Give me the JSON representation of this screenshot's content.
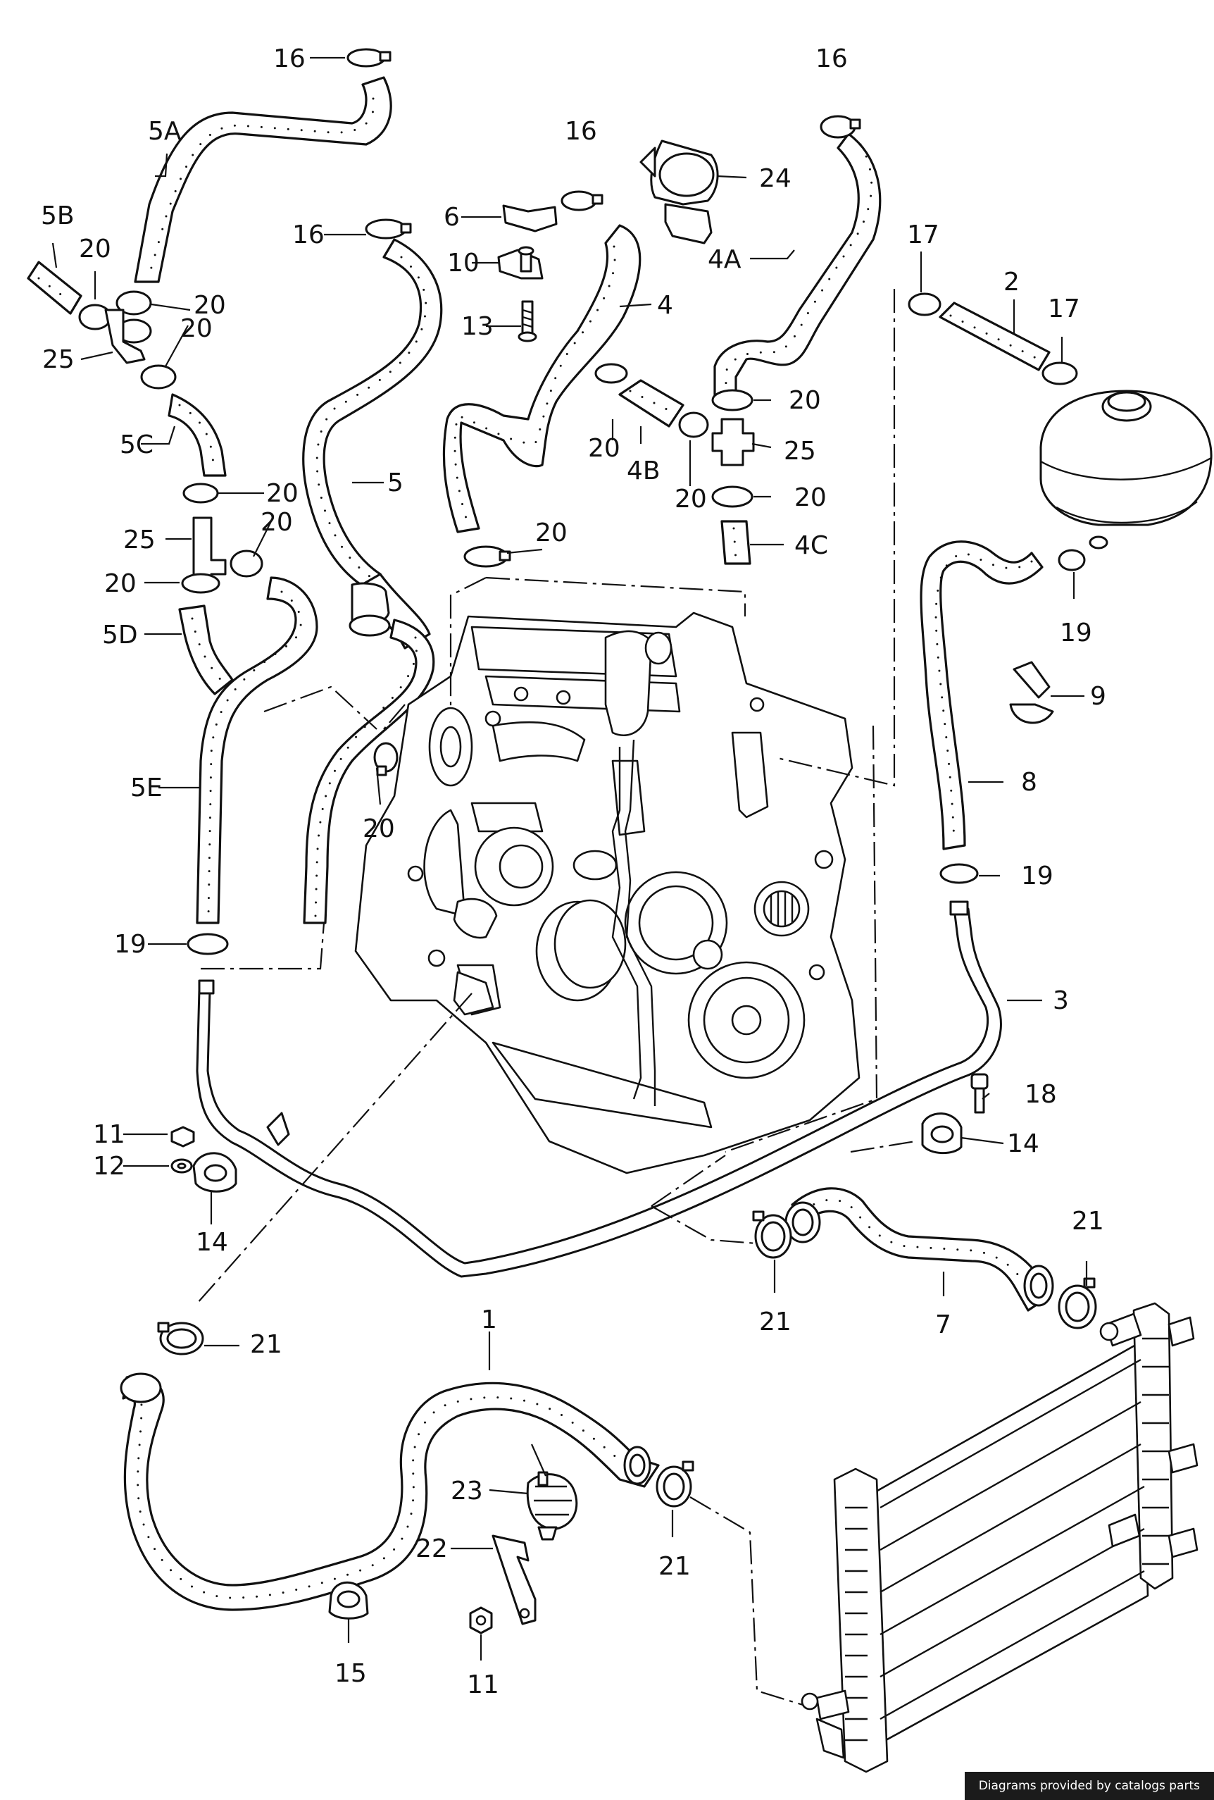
{
  "diagram": {
    "callouts": {
      "c16a": "16",
      "c16b": "16",
      "c16c": "16",
      "c16d": "16",
      "c5A": "5A",
      "c5B": "5B",
      "c20a": "20",
      "c20b": "20",
      "c20c": "20",
      "c25a": "25",
      "c5C": "5C",
      "c20d": "20",
      "c25b": "25",
      "c20e": "20",
      "c5D": "5D",
      "c5": "5",
      "c5E": "5E",
      "c20f": "20",
      "c19a": "19",
      "c6": "6",
      "c10": "10",
      "c13": "13",
      "c4": "4",
      "c20g": "20",
      "c24": "24",
      "c4A": "4A",
      "c20h": "20",
      "c4B": "4B",
      "c20i": "20",
      "c25c": "25",
      "c20j": "20",
      "c20k": "20",
      "c4C": "4C",
      "c17a": "17",
      "c2": "2",
      "c17b": "17",
      "c19b": "19",
      "c9": "9",
      "c8": "8",
      "c19c": "19",
      "c3": "3",
      "c18": "18",
      "c14a": "14",
      "c11a": "11",
      "c12": "12",
      "c14b": "14",
      "c21a": "21",
      "c21b": "21",
      "c7": "7",
      "c21c": "21",
      "c1": "1",
      "c23": "23",
      "c22": "22",
      "c21d": "21",
      "c15": "15",
      "c11b": "11"
    }
  },
  "footer": {
    "text": "Diagrams provided by catalogs parts"
  }
}
